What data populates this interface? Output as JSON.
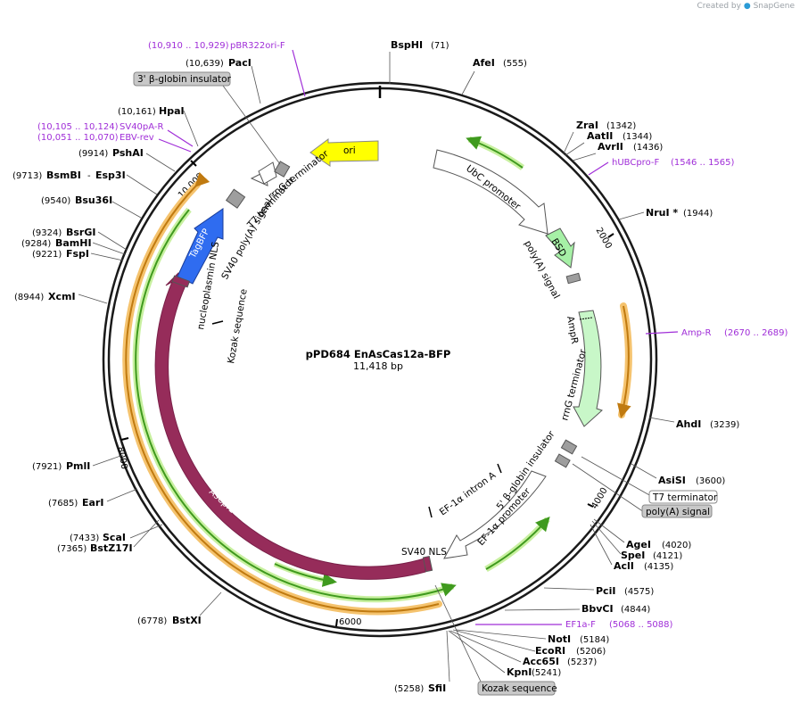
{
  "watermark": {
    "created_by": "Created by",
    "product": "SnapGene"
  },
  "plasmid": {
    "name": "pPD684 EnAsCas12a-BFP",
    "length": "11,418 bp"
  },
  "ticks": [
    "2000",
    "4000",
    "6000",
    "8000",
    "10,000"
  ],
  "sites": [
    {
      "name": "BspHI",
      "pos": "(71)"
    },
    {
      "name": "AfeI",
      "pos": "(555)"
    },
    {
      "name": "ZraI",
      "pos": "(1342)"
    },
    {
      "name": "AatII",
      "pos": "(1344)"
    },
    {
      "name": "AvrII",
      "pos": "(1436)"
    },
    {
      "name": "NruI *",
      "pos": "(1944)"
    },
    {
      "name": "AhdI",
      "pos": "(3239)"
    },
    {
      "name": "AsiSI",
      "pos": "(3600)"
    },
    {
      "name": "AgeI",
      "pos": "(4020)"
    },
    {
      "name": "SpeI",
      "pos": "(4121)"
    },
    {
      "name": "AclI",
      "pos": "(4135)"
    },
    {
      "name": "PciI",
      "pos": "(4575)"
    },
    {
      "name": "BbvCI",
      "pos": "(4844)"
    },
    {
      "name": "NotI",
      "pos": "(5184)"
    },
    {
      "name": "EcoRI",
      "pos": "(5206)"
    },
    {
      "name": "Acc65I",
      "pos": "(5237)"
    },
    {
      "name": "KpnI",
      "pos": "(5241)"
    },
    {
      "name": "SfiI",
      "pos": "(5258)"
    },
    {
      "name": "BstXI",
      "pos": "(6778)"
    },
    {
      "name": "ScaI",
      "pos": "(7433)"
    },
    {
      "name": "BstZ17I",
      "pos": "(7365)"
    },
    {
      "name": "EarI",
      "pos": "(7685)"
    },
    {
      "name": "PmlI",
      "pos": "(7921)"
    },
    {
      "name": "XcmI",
      "pos": "(8944)"
    },
    {
      "name": "FspI",
      "pos": "(9221)"
    },
    {
      "name": "BamHI",
      "pos": "(9284)"
    },
    {
      "name": "BsrGI",
      "pos": "(9324)"
    },
    {
      "name": "Bsu36I",
      "pos": "(9540)"
    },
    {
      "name": "BsmBI",
      "pos": "(9713)"
    },
    {
      "name": "Esp3I",
      "pos": "- "
    },
    {
      "name": "PshAI",
      "pos": "(9914)"
    },
    {
      "name": "HpaI",
      "pos": "(10,161)"
    },
    {
      "name": "PacI",
      "pos": "(10,639)"
    }
  ],
  "primers": [
    {
      "name": "pBR322ori-F",
      "pos": "(10,910 .. 10,929)"
    },
    {
      "name": "SV40pA-R",
      "pos": "(10,105 .. 10,124)"
    },
    {
      "name": "EBV-rev",
      "pos": "(10,051 .. 10,070)"
    },
    {
      "name": "hUBCpro-F",
      "pos": "(1546 .. 1565)"
    },
    {
      "name": "Amp-R",
      "pos": "(2670 .. 2689)"
    },
    {
      "name": "EF1a-F",
      "pos": "(5068 .. 5088)"
    }
  ],
  "boxed_labels": {
    "beta_globin_3": "3' β-globin insulator",
    "t7_terminator": "T7 terminator",
    "polya_signal": "poly(A) signal",
    "kozak": "Kozak sequence"
  },
  "features": {
    "ori": "ori",
    "ubc_promoter": "UbC promoter",
    "bsd": "BSD",
    "polya_signal": "poly(A) signal",
    "ampr": "AmpR",
    "rrng_terminator": "rrnG terminator",
    "rrng_terminator_top": "rrnG terminator",
    "t7_terminator_top": "T7 terminator",
    "sv40_polya": "SV40 poly(A) signal",
    "tagbfp": "TagBFP",
    "np_nls": "nucleoplasmin NLS",
    "kozak": "Kozak sequence",
    "ascpf1": "AsCpf1",
    "sv40_nls": "SV40 NLS",
    "ef1a_intron": "EF-1α intron A",
    "beta_globin_5": "5' β-globin insulator",
    "ef1a_promoter": "EF-1α promoter"
  },
  "colors": {
    "backbone": "#1a1a1a",
    "ori": "#ffff00",
    "bsd": "#a6f0a6",
    "ampr": "#c8f7c8",
    "tagbfp": "#2f6cf0",
    "ascpf1": "#962c5a",
    "primer": "#a02ed8",
    "orf_green": "#3f9a1e",
    "orf_orange": "#f5c36e"
  }
}
